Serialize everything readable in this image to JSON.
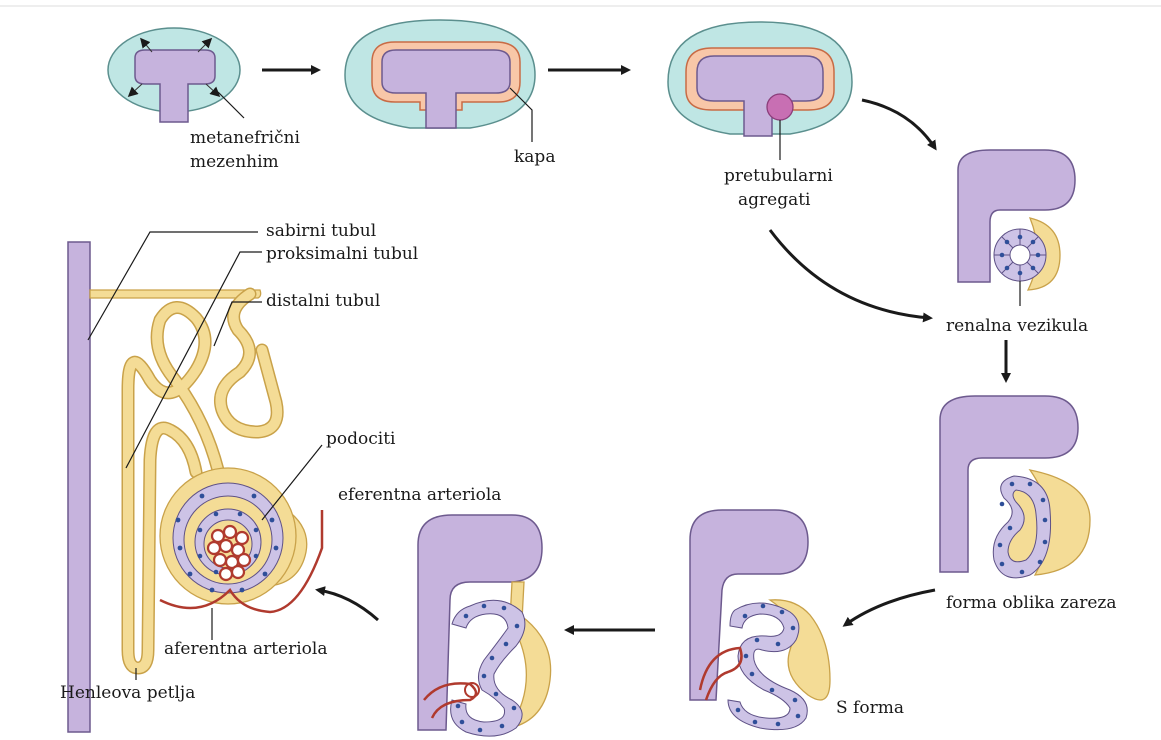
{
  "labels": {
    "metanephric": [
      "metanefrični",
      "mezenhim"
    ],
    "cap": "kapa",
    "pretubular": [
      "pretubularni",
      "agregati"
    ],
    "renal_vesicle": "renalna vezikula",
    "comma_form": "forma oblika zareza",
    "s_form": "S forma",
    "collecting": "sabirni tubul",
    "proximal": "proksimalni tubul",
    "distal": "distalni tubul",
    "podocytes": "podociti",
    "efferent": "eferentna arteriola",
    "afferent": "aferentna arteriola",
    "henle": "Henleova petlja"
  },
  "colors": {
    "ureteric_bud": "#c6b3dd",
    "mesenchyme": "#bfe6e4",
    "cap_mesenchyme": "#f8c7a8",
    "pretubular_aggregate": "#c86fb3",
    "tubule": "#f4dc96",
    "epithelial_cell": "#cdc3e6",
    "nucleus": "#2f4f99",
    "arteriole": "#b03a2e"
  }
}
